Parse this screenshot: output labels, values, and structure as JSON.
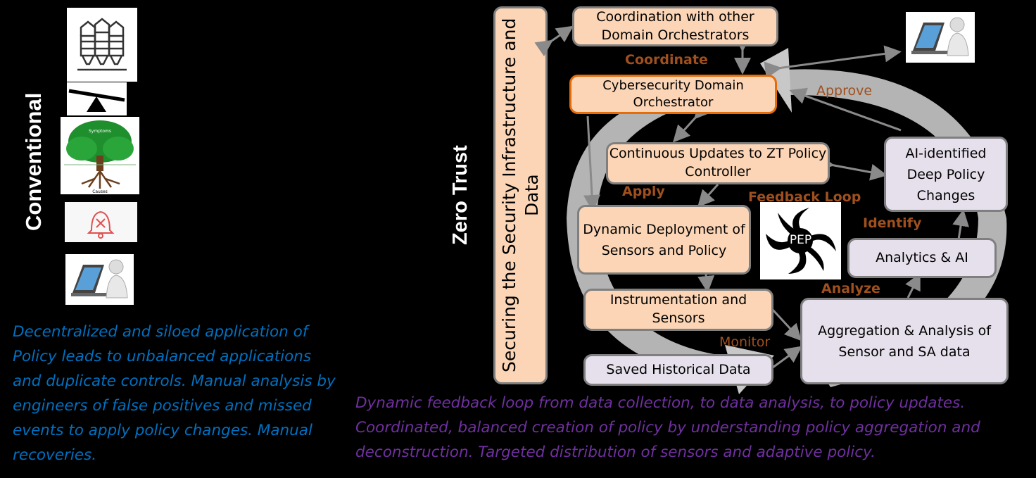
{
  "left": {
    "heading": "Conventional",
    "caption": "Decentralized and siloed application of Policy leads to unbalanced applications and duplicate controls. Manual analysis by engineers of false positives and missed events to apply policy changes. Manual recoveries.",
    "tree_top_label": "Symptoms",
    "tree_bottom_label": "Causes"
  },
  "zero_trust": {
    "heading": "Zero Trust",
    "securing_bar": "Securing the Security Infrastructure and Data",
    "boxes": {
      "coordination": "Coordination with other Domain Orchestrators",
      "orchestrator": "Cybersecurity Domain Orchestrator",
      "updates": "Continuous Updates to ZT Policy Controller",
      "deployment": "Dynamic Deployment of Sensors and Policy",
      "instrumentation": "Instrumentation and Sensors",
      "historical": "Saved Historical Data",
      "aggregation": "Aggregation & Analysis of Sensor and SA data",
      "analytics": "Analytics & AI",
      "ai_changes": "AI-identified Deep Policy Changes"
    },
    "verbs": {
      "coordinate": "Coordinate",
      "approve": "Approve",
      "apply": "Apply",
      "feedback_loop": "Feedback Loop",
      "identify": "Identify",
      "analyze": "Analyze",
      "monitor": "Monitor"
    },
    "pep_label": "PEP",
    "caption": "Dynamic feedback loop from data collection, to data analysis, to policy updates. Coordinated, balanced creation of policy by understanding policy aggregation and deconstruction. Targeted distribution of sensors and adaptive policy."
  },
  "colors": {
    "background": "#000000",
    "box_fill": "#fbd5b5",
    "ai_box_fill": "#e6e0ec",
    "verb_text": "#a0501e",
    "left_caption": "#0070c0",
    "right_caption": "#7030a0",
    "orchestrator_border": "#e46c0a"
  }
}
